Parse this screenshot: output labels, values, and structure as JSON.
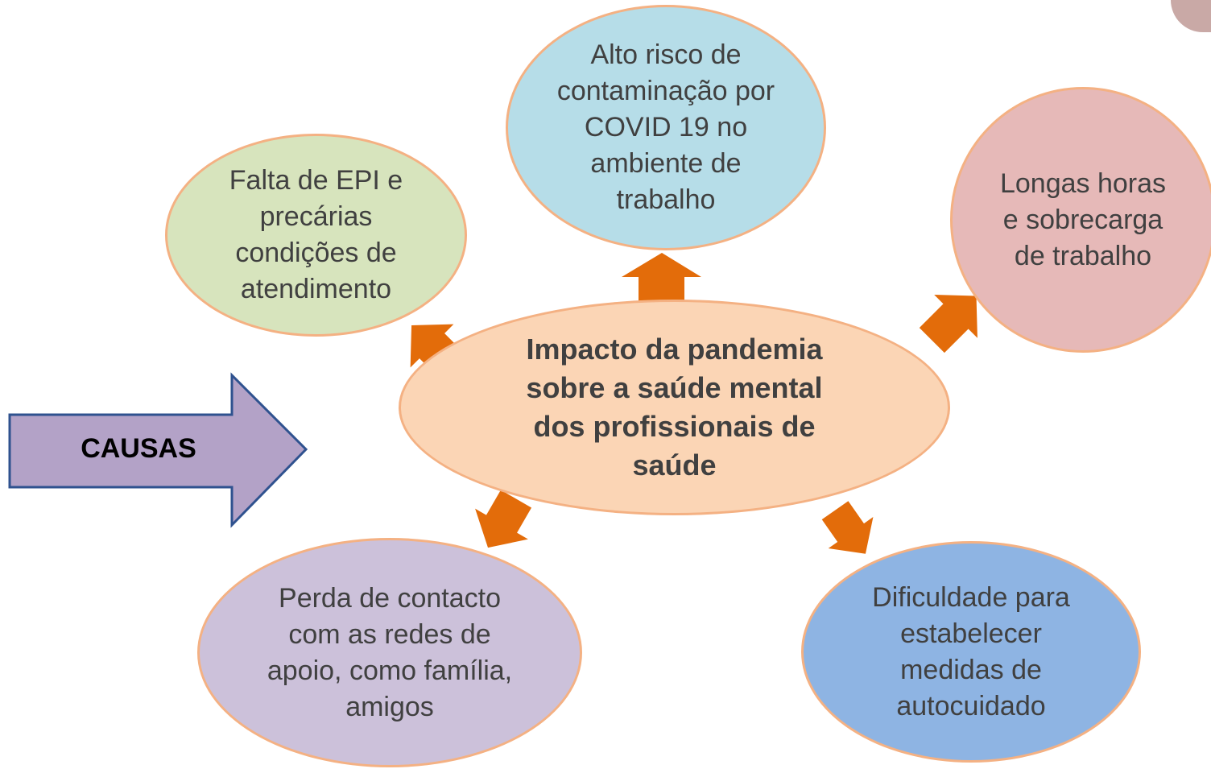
{
  "colors": {
    "outline": "#F4B183",
    "arrow": "#E36C0A",
    "text": "#404040",
    "center_fill": "#FBD5B5",
    "green_fill": "#D7E4BD",
    "teal_fill": "#B6DDE8",
    "pink_fill": "#E6B9B8",
    "purple_fill": "#CCC1DA",
    "blue_fill": "#8EB4E3",
    "causas_fill": "#B3A2C7",
    "causas_border": "#2F528F",
    "corner_deco": "#C9A9A6"
  },
  "icons": {
    "main_arrow": "block-arrow-right-icon",
    "connector": "block-arrow-icon"
  },
  "center": {
    "text": "Impacto da pandemia sobre a saúde mental dos profissionais de saúde"
  },
  "causas_label": "CAUSAS",
  "causes": [
    {
      "id": "epi",
      "text": "Falta de EPI e precárias condições de atendimento"
    },
    {
      "id": "covid",
      "text": "Alto risco de contaminação por COVID 19 no ambiente de trabalho"
    },
    {
      "id": "horas",
      "text": "Longas horas e sobrecarga de trabalho"
    },
    {
      "id": "contacto",
      "text": "Perda de contacto com as redes de apoio, como família, amigos"
    },
    {
      "id": "autocuidado",
      "text": "Dificuldade para estabelecer medidas de autocuidado"
    }
  ]
}
